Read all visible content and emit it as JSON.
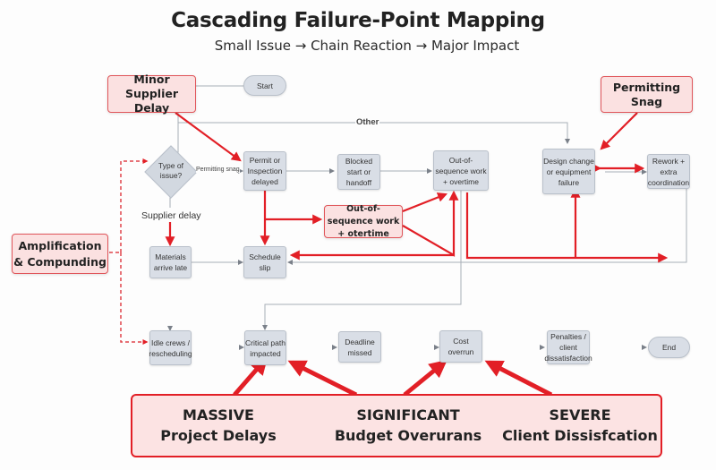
{
  "header": {
    "title": "Cascading Failure-Point Mapping",
    "subtitle": "Small Issue → Chain Reaction → Major Impact"
  },
  "colors": {
    "accent_red": "#e21f26",
    "node_fill": "#d9dee6",
    "callout_fill": "#fbe1e1",
    "connector_gray": "#9aa0a8"
  },
  "flow": {
    "start": "Start",
    "decision": "Type of issue?",
    "edge_permitting": "Permitting snag",
    "edge_supplier": "Supplier delay",
    "edge_other": "Other",
    "permit_delayed": "Permit or Inspection delayed",
    "blocked_start": "Blocked start or handoff",
    "out_of_sequence": "Out-of-sequence work + overtime",
    "design_change": "Design change or equipment failure",
    "rework": "Rework + extra coordination",
    "materials_late": "Materials arrive late",
    "schedule_slip": "Schedule slip",
    "idle_crews": "Idle crews / rescheduling",
    "critical_path": "Critical path impacted",
    "deadline_missed": "Deadline missed",
    "cost_overrun": "Cost overrun",
    "penalties": "Penalties / client dissatisfaction",
    "end": "End"
  },
  "callouts": {
    "minor_supplier": "Minor Supplier Delay",
    "permitting_snag": "Permitting Snag",
    "amplification": "Amplification & Compunding",
    "out_of_sequence": "Out-of-sequence work + otertime"
  },
  "impacts": [
    {
      "level": "MASSIVE",
      "label": "Project Delays"
    },
    {
      "level": "SIGNIFICANT",
      "label": "Budget Overurans"
    },
    {
      "level": "SEVERE",
      "label": "Client Dissisfcation"
    }
  ]
}
